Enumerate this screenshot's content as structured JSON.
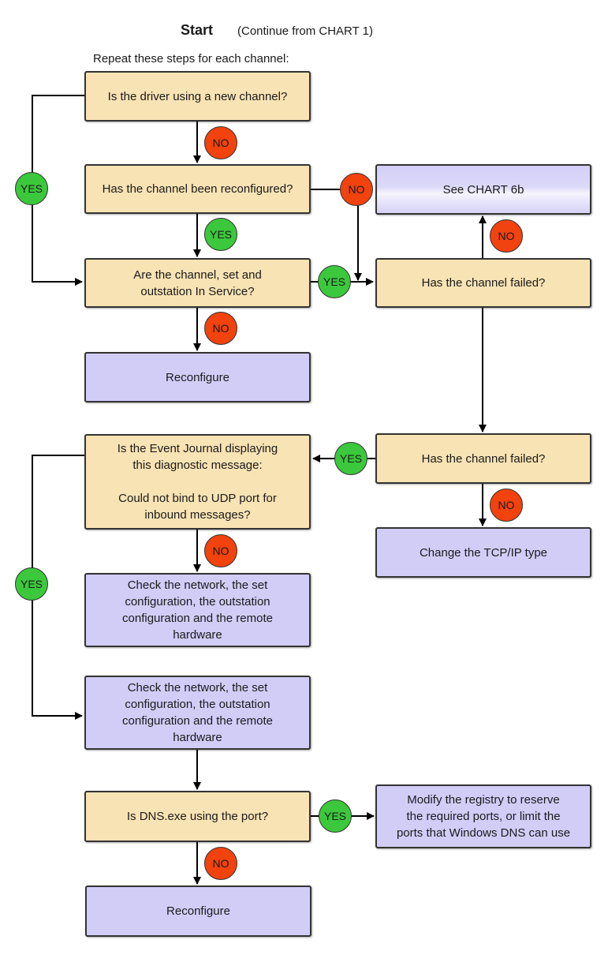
{
  "header": {
    "title": "Start",
    "subtitle": "(Continue from CHART 1)",
    "intro": "Repeat these steps for each channel:"
  },
  "nodes": {
    "q_new_channel": "Is the driver using a new channel?",
    "q_reconfigured": "Has the channel been reconfigured?",
    "see_chart_6b": "See CHART 6b",
    "q_in_service": "Are the channel, set and\noutstation In Service?",
    "q_failed_1": "Has the channel failed?",
    "reconfigure_1": "Reconfigure",
    "q_event_journal": "Is the Event Journal displaying\nthis diagnostic message:\n\nCould not bind to UDP port for\ninbound messages?",
    "q_failed_2": "Has the channel failed?",
    "change_tcpip": "Change the TCP/IP type",
    "check_network_1": "Check the network, the set\nconfiguration, the outstation\nconfiguration and the remote\nhardware",
    "check_network_2": "Check the network, the set\nconfiguration, the outstation\nconfiguration and the remote\nhardware",
    "q_dns": "Is DNS.exe using the port?",
    "modify_registry": "Modify the registry to reserve\nthe required ports, or limit the\nports that Windows DNS can use",
    "reconfigure_2": "Reconfigure"
  },
  "labels": {
    "yes": "YES",
    "no": "NO"
  },
  "colors": {
    "decision": "#f8e3b4",
    "action": "#d2cdf7",
    "yes_badge": "#3cc83c",
    "no_badge": "#f2420e",
    "line": "#000000"
  }
}
